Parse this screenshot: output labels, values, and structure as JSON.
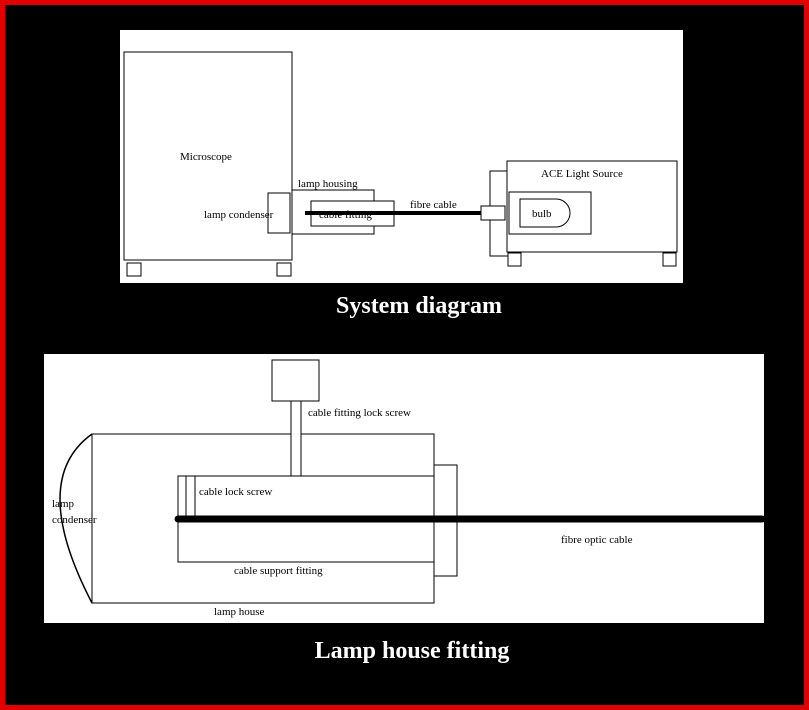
{
  "colors": {
    "frame": "#e00000",
    "background": "#000000",
    "panel": "#ffffff",
    "ink": "#000000"
  },
  "system_diagram": {
    "title": "System diagram",
    "labels": {
      "microscope": "Microscope",
      "lamp_housing": "lamp housing",
      "lamp_condenser": "lamp condenser",
      "cable_fitting": "cable fitting",
      "fibre_cable": "fibre cable",
      "light_source": "ACE Light Source",
      "bulb": "bulb"
    }
  },
  "lamp_house_fitting": {
    "title": "Lamp house fitting",
    "labels": {
      "cable_fitting_lock_screw": "cable fitting lock screw",
      "lamp": "lamp",
      "condenser": "condenser",
      "cable_lock_screw": "cable lock screw",
      "fibre_optic_cable": "fibre optic cable",
      "cable_support_fitting": "cable support fitting",
      "lamp_house": "lamp house"
    }
  }
}
